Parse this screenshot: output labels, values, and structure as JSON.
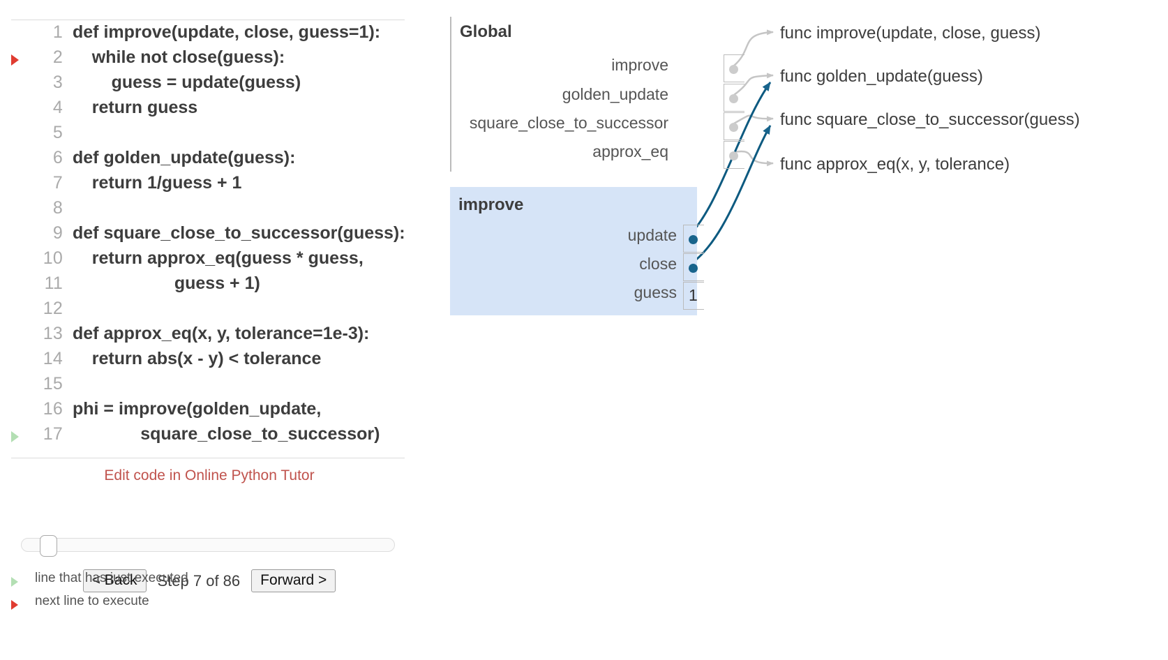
{
  "code": {
    "lines": [
      {
        "n": "1",
        "text": "def improve(update, close, guess=1):",
        "marker": "none"
      },
      {
        "n": "2",
        "text": "    while not close(guess):",
        "marker": "next"
      },
      {
        "n": "3",
        "text": "        guess = update(guess)",
        "marker": "none"
      },
      {
        "n": "4",
        "text": "    return guess",
        "marker": "none"
      },
      {
        "n": "5",
        "text": "",
        "marker": "none"
      },
      {
        "n": "6",
        "text": "def golden_update(guess):",
        "marker": "none"
      },
      {
        "n": "7",
        "text": "    return 1/guess + 1",
        "marker": "none"
      },
      {
        "n": "8",
        "text": "",
        "marker": "none"
      },
      {
        "n": "9",
        "text": "def square_close_to_successor(guess):",
        "marker": "none"
      },
      {
        "n": "10",
        "text": "    return approx_eq(guess * guess,",
        "marker": "none"
      },
      {
        "n": "11",
        "text": "                     guess + 1)",
        "marker": "none"
      },
      {
        "n": "12",
        "text": "",
        "marker": "none"
      },
      {
        "n": "13",
        "text": "def approx_eq(x, y, tolerance=1e-3):",
        "marker": "none"
      },
      {
        "n": "14",
        "text": "    return abs(x - y) < tolerance",
        "marker": "none"
      },
      {
        "n": "15",
        "text": "",
        "marker": "none"
      },
      {
        "n": "16",
        "text": "phi = improve(golden_update,",
        "marker": "none"
      },
      {
        "n": "17",
        "text": "              square_close_to_successor)",
        "marker": "prev"
      }
    ]
  },
  "edit_link": "Edit code in Online Python Tutor",
  "controls": {
    "back_label": "< Back",
    "forward_label": "Forward >",
    "step_label": "Step 7 of 86",
    "step_current": 7,
    "step_total": 86
  },
  "legend": [
    {
      "label": "line that has just executed",
      "color": "#b3dfb3"
    },
    {
      "label": "next line to execute",
      "color": "#e03c31"
    }
  ],
  "diagram": {
    "global_frame": {
      "title": "Global",
      "variables": [
        {
          "name": "improve",
          "kind": "ref",
          "value": ""
        },
        {
          "name": "golden_update",
          "kind": "ref",
          "value": ""
        },
        {
          "name": "square_close_to_successor",
          "kind": "ref",
          "value": ""
        },
        {
          "name": "approx_eq",
          "kind": "ref",
          "value": ""
        }
      ]
    },
    "improve_frame": {
      "title": "improve",
      "highlight_color": "#d6e4f7",
      "variables": [
        {
          "name": "update",
          "kind": "ref",
          "value": ""
        },
        {
          "name": "close",
          "kind": "ref",
          "value": ""
        },
        {
          "name": "guess",
          "kind": "prim",
          "value": "1"
        }
      ]
    },
    "function_objects": [
      {
        "label": "func improve(update, close, guess)"
      },
      {
        "label": "func golden_update(guess)"
      },
      {
        "label": "func square_close_to_successor(guess)"
      },
      {
        "label": "func approx_eq(x, y, tolerance)"
      }
    ],
    "arrow_colors": {
      "gray": "#c5c5c5",
      "blue": "#18648c"
    }
  }
}
